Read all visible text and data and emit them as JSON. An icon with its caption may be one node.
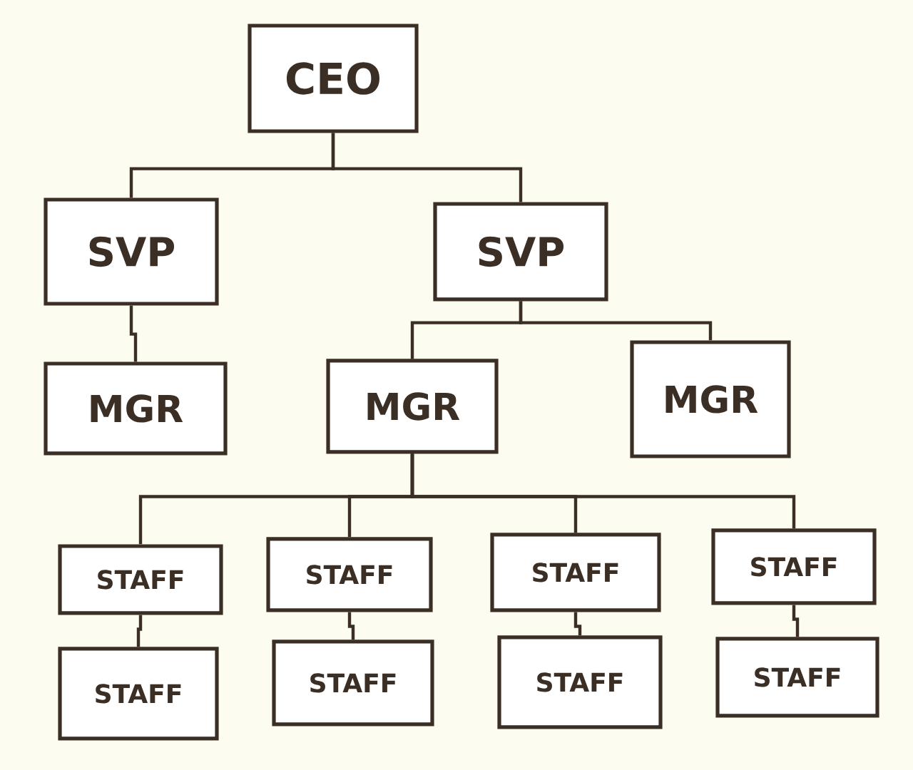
{
  "diagram": {
    "nodes": [
      {
        "text": [
          "CEO"
        ]
      },
      {
        "text": [
          "SVP"
        ]
      },
      {
        "text": [
          "SVP"
        ]
      },
      {
        "text": [
          "MGR"
        ]
      },
      {
        "text": [
          "MGR"
        ]
      },
      {
        "text": [
          "MGR"
        ]
      },
      {
        "text": [
          "STAFF"
        ]
      },
      {
        "text": [
          "STAFF"
        ]
      },
      {
        "text": [
          "STAFF"
        ]
      },
      {
        "text": [
          "STAFF"
        ]
      },
      {
        "text": [
          "STAFF"
        ]
      },
      {
        "text": [
          "STAFF"
        ]
      },
      {
        "text": [
          "STAFF"
        ]
      },
      {
        "text": [
          "STAFF"
        ]
      }
    ],
    "edges": [
      {
        "from": 0,
        "to": 1,
        "arrow": "none"
      },
      {
        "from": 0,
        "to": 2,
        "arrow": "none"
      },
      {
        "from": 1,
        "to": 3,
        "arrow": "none"
      },
      {
        "from": 2,
        "to": 4,
        "arrow": "none"
      },
      {
        "from": 2,
        "to": 5,
        "arrow": "none"
      },
      {
        "from": 4,
        "to": 6,
        "arrow": "none"
      },
      {
        "from": 4,
        "to": 7,
        "arrow": "none"
      },
      {
        "from": 4,
        "to": 8,
        "arrow": "none"
      },
      {
        "from": 4,
        "to": 9,
        "arrow": "none"
      },
      {
        "from": 6,
        "to": 10,
        "arrow": "none"
      },
      {
        "from": 7,
        "to": 11,
        "arrow": "none"
      },
      {
        "from": 8,
        "to": 12,
        "arrow": "none"
      },
      {
        "from": 9,
        "to": 13,
        "arrow": "none"
      }
    ]
  }
}
